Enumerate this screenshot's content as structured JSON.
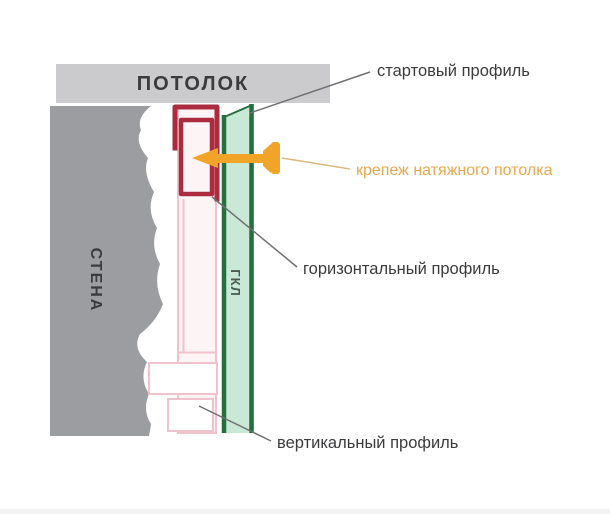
{
  "diagram": {
    "ceiling_label": "ПОТОЛОК",
    "wall_label": "СТЕНА",
    "board_label": "ГКЛ",
    "annotations": {
      "start_profile": "стартовый профиль",
      "fastener": "крепеж натяжного потолка",
      "horizontal_profile": "горизонтальный профиль",
      "vertical_profile": "вертикальный профиль"
    }
  },
  "colors": {
    "ceiling": "#cbcbcd",
    "wall": "#9c9da0",
    "dark_text": "#3b3b3d",
    "board_text": "#4a5a50",
    "red_profile": "#ab2c3e",
    "pink_fill": "#fdf4f6",
    "pink_line": "#f0c3cc",
    "green_border": "#256f3f",
    "green_fill": "#cae8d6",
    "screw_orange": "#f2a428",
    "fastener_label": "#e8a750",
    "leader_gray": "#707072",
    "leader_tan": "#d9ba7d",
    "white": "#ffffff",
    "bottom_strip": "#f3f3f3"
  }
}
